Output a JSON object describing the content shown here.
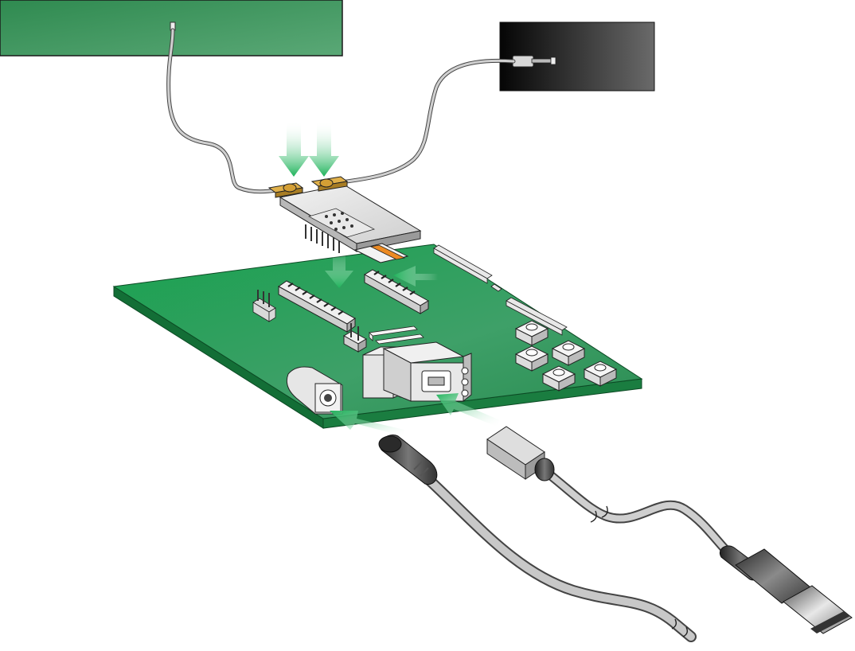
{
  "figure": {
    "kind": "hardware-assembly-illustration",
    "background": "#ffffff",
    "colors": {
      "board_green": "#1f9a4e",
      "board_edge": "#15703a",
      "antenna_green": "#3c9a5f",
      "antenna_dark": "#1a1a1a",
      "arrow_green": "#2bb35a",
      "cable_gray": "#c9c9c9",
      "connector_gold": "#c99a3a",
      "flex_orange": "#e57f1e",
      "plug_dark": "#404040"
    },
    "components": [
      "pcb-antenna",
      "dipole-antenna",
      "radio-module",
      "carrier-board",
      "header-socket-left",
      "header-socket-right",
      "usb-b-connector",
      "dc-power-jack",
      "push-buttons",
      "power-plug-cable",
      "usb-cable"
    ],
    "arrows": [
      "antenna-connect-arrow-1",
      "antenna-connect-arrow-2",
      "module-insert-arrow",
      "flex-insert-arrow",
      "power-plug-arrow",
      "usb-plug-arrow"
    ]
  }
}
